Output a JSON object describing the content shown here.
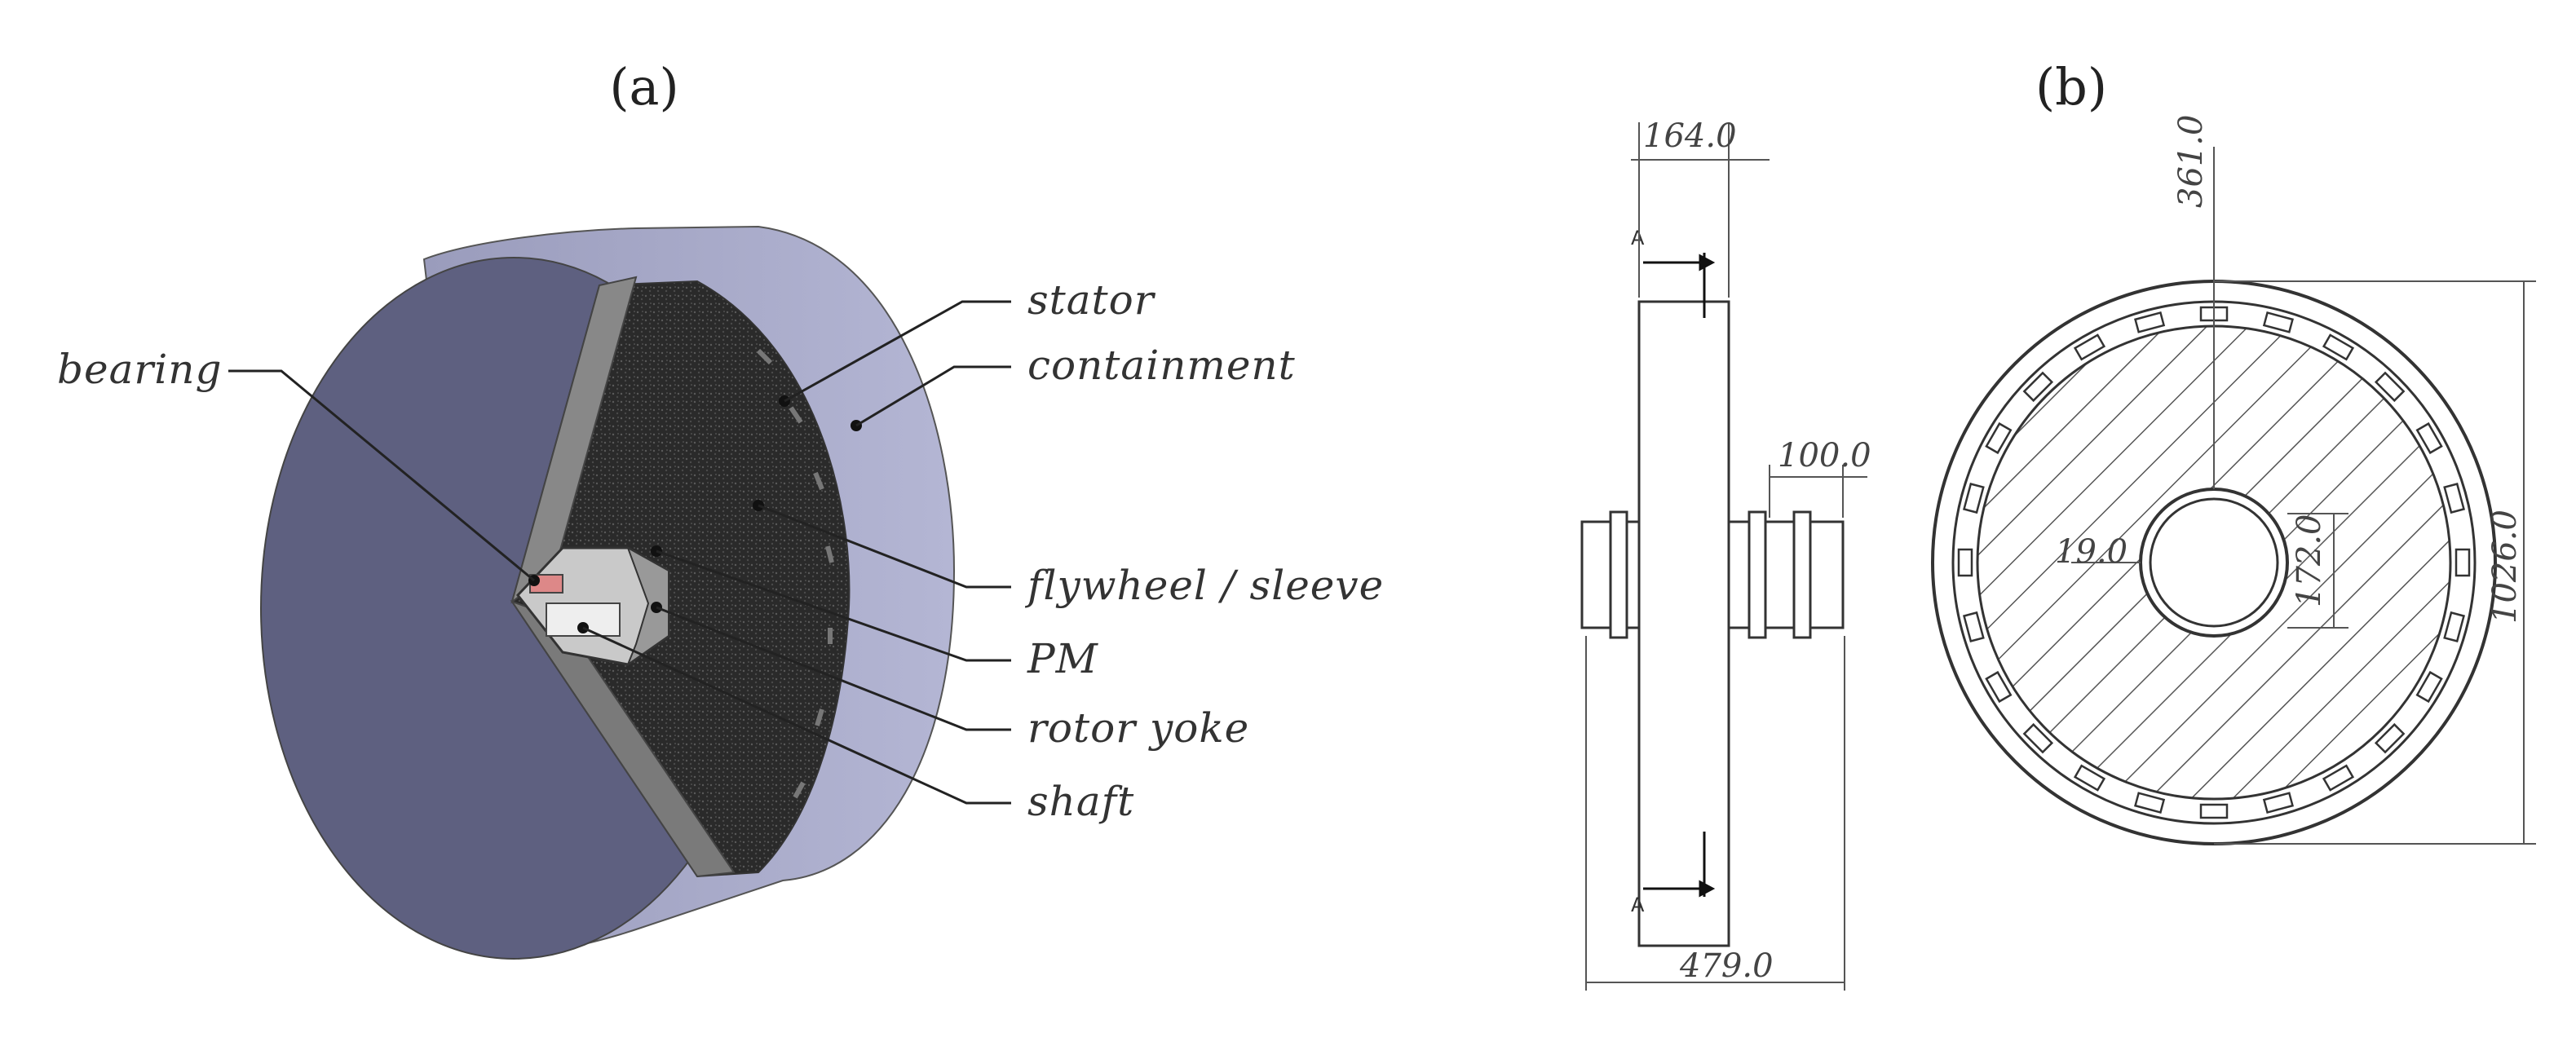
{
  "panels": {
    "a_label": "(a)",
    "b_label": "(b)"
  },
  "callouts": {
    "bearing": "bearing",
    "stator": "stator",
    "containment": "containment",
    "flywheel_sleeve": "flywheel / sleeve",
    "pm": "PM",
    "rotor_yoke": "rotor yoke",
    "shaft": "shaft"
  },
  "dimensions": {
    "d164": "164.0",
    "d100": "100.0",
    "d479": "479.0",
    "d361": "361.0",
    "d19": "19.0",
    "d172": "172.0",
    "d1026": "1026.0"
  },
  "section_marks": {
    "top": "A",
    "bottom": "A"
  }
}
